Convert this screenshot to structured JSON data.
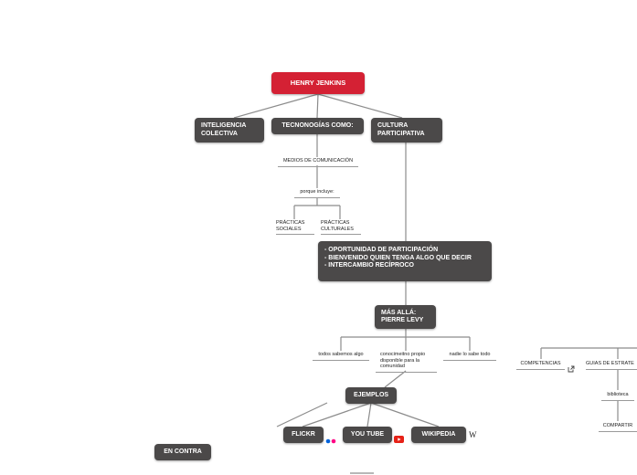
{
  "root": "HENRY JENKINS",
  "level1": {
    "inteligencia": "INTELIGENCIA COLECTIVA",
    "tecnologias": "TECNONOGÍAS COMO:",
    "cultura": "CULTURA PARTICIPATIVA"
  },
  "medios": "MEDIOS DE COMUNICACIÓN",
  "porque": "porque incluye:",
  "practicas_sociales": "PRÁCTICAS SOCIALES",
  "practicas_culturales": "PRÁCTICAS CULTURALES",
  "oportunidad": {
    "line1": "- OPORTUNIDAD DE PARTICIPACIÓN",
    "line2": "- BIENVENIDO QUIEN TENGA ALGO QUE DECIR",
    "line3": "- INTERCAMBIO RECÍPROCO"
  },
  "mas_alla": "MÁS ALLÁ: PIERRE LEVY",
  "levy_children": {
    "todos": "todos sabemos algo",
    "conocimiento": "conocimeitno propio disponible para la comunidad",
    "nadie": "nadie lo sabe todo"
  },
  "ejemplos": "EJEMPLOS",
  "examples": {
    "flickr": "FLICKR",
    "youtube": "YOU TUBE",
    "wikipedia": "WIKIPEDIA"
  },
  "en_contra": "EN CONTRA",
  "right_branch": {
    "competencias": "COMPETENCIAS",
    "guias": "GUÍAS DE ESTRATE",
    "biblioteca": "biblioteca",
    "compartir": "COMPARTIR"
  },
  "icons": {
    "flickr": "flickr-icon",
    "youtube": "youtube-icon",
    "wikipedia": "wikipedia-icon",
    "external_link": "external-link-icon"
  },
  "colors": {
    "root": "#d42134",
    "node": "#4b4949",
    "line": "#8c8c8c"
  }
}
